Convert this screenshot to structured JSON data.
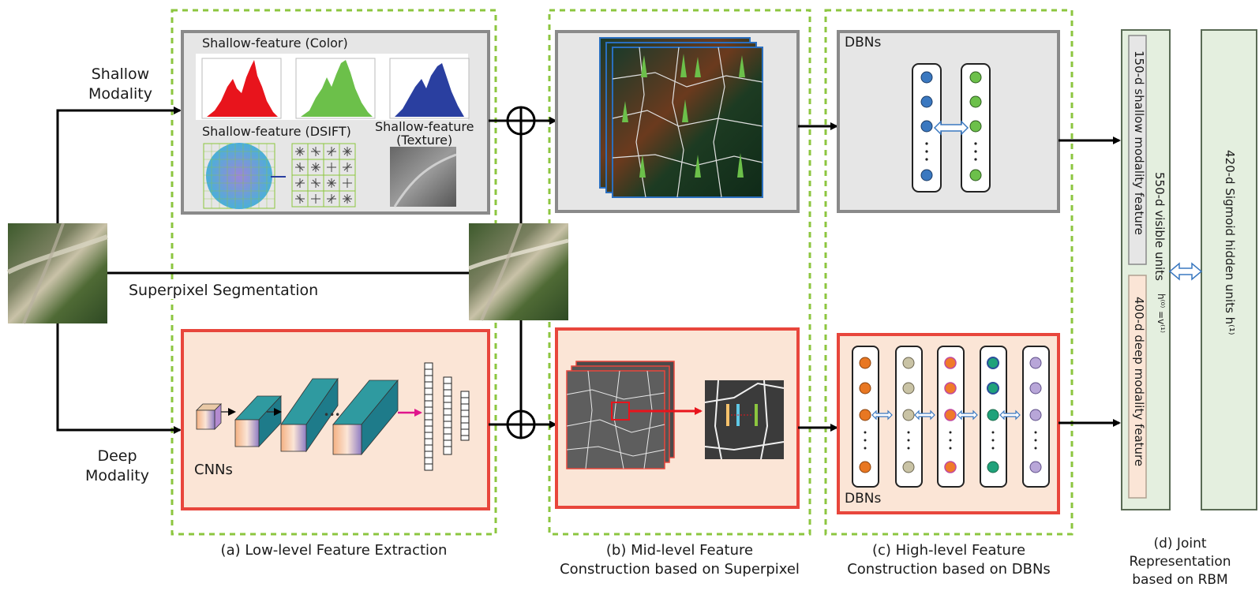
{
  "inputs": {
    "shallow_modality": [
      "Shallow",
      "Modality"
    ],
    "deep_modality": [
      "Deep",
      "Modality"
    ],
    "superpixel_segmentation": "Superpixel Segmentation"
  },
  "panel_a": {
    "color_title": "Shallow-feature (Color)",
    "dsift_title": "Shallow-feature (DSIFT)",
    "texture_title": [
      "Shallow-feature",
      "(Texture)"
    ],
    "cnns_label": "CNNs",
    "caption": "(a) Low-level Feature Extraction"
  },
  "panel_b": {
    "caption": [
      "(b) Mid-level Feature",
      "Construction based on Superpixel"
    ]
  },
  "panel_c": {
    "dbn_top_label": "DBNs",
    "dbn_bottom_label": "DBNs",
    "caption": [
      "(c) High-level Feature",
      "Construction based on DBNs"
    ]
  },
  "panel_d": {
    "visible_units": "550-d visible units",
    "visible_superscript": "h⁽⁰⁾ =v⁽¹⁾",
    "shallow_feature": "150-d shallow modality feature",
    "deep_feature": "400-d deep modality feature",
    "hidden_units": "420-d Sigmoid  hidden units h⁽¹⁾",
    "caption": [
      "(d)  Joint",
      "Representation",
      "based on RBM"
    ]
  },
  "colors": {
    "green_dash": "#8cc63f",
    "red_border": "#e8463c",
    "peach_fill": "#fbe5d6",
    "gray_fill": "#e6e6e6",
    "gray_border": "#8a8a8a",
    "rbm_fill": "#e4efdf",
    "rbm_border": "#5a6b55",
    "hist_red": "#e8141c",
    "hist_green": "#6cc04a",
    "hist_blue": "#2a3fa0"
  }
}
